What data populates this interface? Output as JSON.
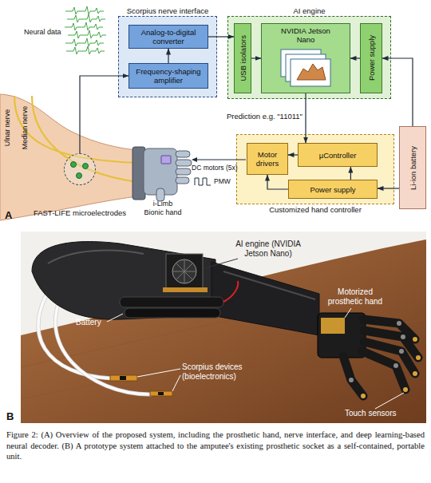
{
  "diagram": {
    "caption": "Figure 2: (A) Overview of the proposed system, including the prosthetic hand, nerve interface, and deep learning-based neural decoder. (B) A prototype system attached to the amputee's existing prosthetic socket as a self-contained, portable unit.",
    "nodes": [
      {
        "text": [
          "Scorpius nerve interface"
        ]
      },
      {
        "text": [
          "Analog-to-digital converter"
        ],
        "in": 0
      },
      {
        "text": [
          "Frequency-shaping amplifier"
        ],
        "in": 0
      },
      {
        "text": [
          "AI engine"
        ]
      },
      {
        "text": [
          "USB isolators"
        ],
        "in": 3
      },
      {
        "text": [
          "NVIDIA Jetson Nano"
        ],
        "in": 3
      },
      {
        "text": [
          "Power supply"
        ],
        "in": 3
      },
      {
        "text": [
          "Li-ion battery"
        ]
      },
      {
        "text": [
          "Customized hand controller"
        ]
      },
      {
        "text": [
          "Motor drivers"
        ],
        "in": 8
      },
      {
        "text": [
          "µController"
        ],
        "in": 8
      },
      {
        "text": [
          "Power supply"
        ],
        "in": 8
      },
      {
        "text": [
          "FAST-LIFE microelectrodes"
        ]
      }
    ],
    "edges": [
      {
        "from": 12,
        "to": 2,
        "arrow": "to"
      },
      {
        "from": 2,
        "to": 1,
        "arrow": "to"
      },
      {
        "from": 1,
        "to": 4,
        "arrow": "to"
      },
      {
        "from": 4,
        "to": 5,
        "arrow": "to"
      },
      {
        "from": 6,
        "to": 5,
        "arrow": "to"
      },
      {
        "from": 7,
        "to": 6,
        "arrow": "to"
      },
      {
        "from": 5,
        "to": 10,
        "label": "Prediction e.g. \"11011\"",
        "arrow": "to"
      },
      {
        "from": 10,
        "to": 9,
        "arrow": "to"
      },
      {
        "from": 11,
        "to": 10,
        "arrow": "to"
      },
      {
        "from": 11,
        "to": 9,
        "arrow": "to"
      },
      {
        "from": 7,
        "to": 11,
        "arrow": "to"
      }
    ],
    "labels": [
      "Neural data",
      "Ulnar nerve",
      "Median nerve",
      "i-Limb Bionic hand",
      "DC motors (5x)",
      "PMW",
      "A",
      "AI engine (NVIDIA Jetson Nano)",
      "Motorized prosthetic hand",
      "Battery",
      "Scorpius devices (bioelectronics)",
      "Touch sensors",
      "B"
    ]
  }
}
